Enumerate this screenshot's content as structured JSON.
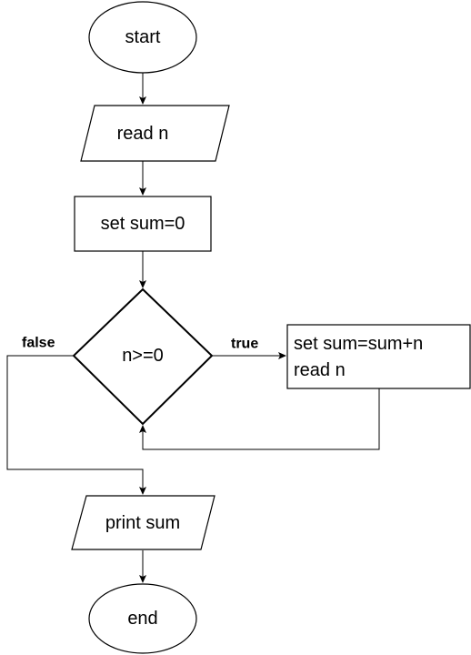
{
  "diagram": {
    "type": "flowchart",
    "nodes": {
      "start": {
        "shape": "terminal",
        "lines": [
          "start"
        ]
      },
      "read_n": {
        "shape": "input-output",
        "lines": [
          "read n"
        ]
      },
      "init_sum": {
        "shape": "process",
        "lines": [
          "set sum=0"
        ]
      },
      "condition": {
        "shape": "decision",
        "lines": [
          "n>=0"
        ]
      },
      "loop_body": {
        "shape": "process",
        "lines": [
          "set sum=sum+n",
          "read n"
        ]
      },
      "print_sum": {
        "shape": "input-output",
        "lines": [
          "print sum"
        ]
      },
      "end": {
        "shape": "terminal",
        "lines": [
          "end"
        ]
      }
    },
    "edges": {
      "true_label": "true",
      "false_label": "false"
    },
    "colors": {
      "stroke": "#000000",
      "fill": "#ffffff",
      "background": "#ffffff"
    }
  }
}
